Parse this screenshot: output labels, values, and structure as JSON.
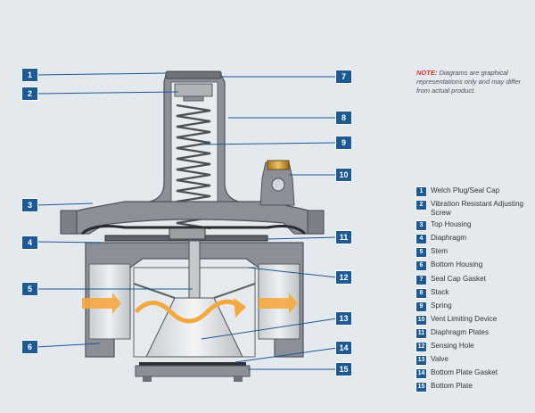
{
  "note": {
    "prefix": "NOTE:",
    "text": "Diagrams are graphical representations only and may differ from actual product."
  },
  "callouts": [
    "1",
    "2",
    "3",
    "4",
    "5",
    "6",
    "7",
    "8",
    "9",
    "10",
    "11",
    "12",
    "13",
    "14",
    "15"
  ],
  "legend": [
    {
      "num": "1",
      "label": "Welch Plug/Seal Cap"
    },
    {
      "num": "2",
      "label": "Vibration Resistant Adjusting Screw"
    },
    {
      "num": "3",
      "label": "Top Housing"
    },
    {
      "num": "4",
      "label": "Diaphragm"
    },
    {
      "num": "5",
      "label": "Stem"
    },
    {
      "num": "6",
      "label": "Bottom Housing"
    },
    {
      "num": "7",
      "label": "Seal Cap Gasket"
    },
    {
      "num": "8",
      "label": "Stack"
    },
    {
      "num": "9",
      "label": "Spring"
    },
    {
      "num": "10",
      "label": "Vent Limiting Device"
    },
    {
      "num": "11",
      "label": "Diaphragm Plates"
    },
    {
      "num": "12",
      "label": "Sensing Hole"
    },
    {
      "num": "13",
      "label": "Valve"
    },
    {
      "num": "14",
      "label": "Bottom Plate Gasket"
    },
    {
      "num": "15",
      "label": "Bottom Plate"
    }
  ],
  "colors": {
    "background": "#e4e9ee",
    "badge": "#1d5a93",
    "note_prefix": "#d0392b",
    "flow_arrow": "#f4a940",
    "housing": "#7f868c",
    "housing_light": "#c4c9cd"
  }
}
